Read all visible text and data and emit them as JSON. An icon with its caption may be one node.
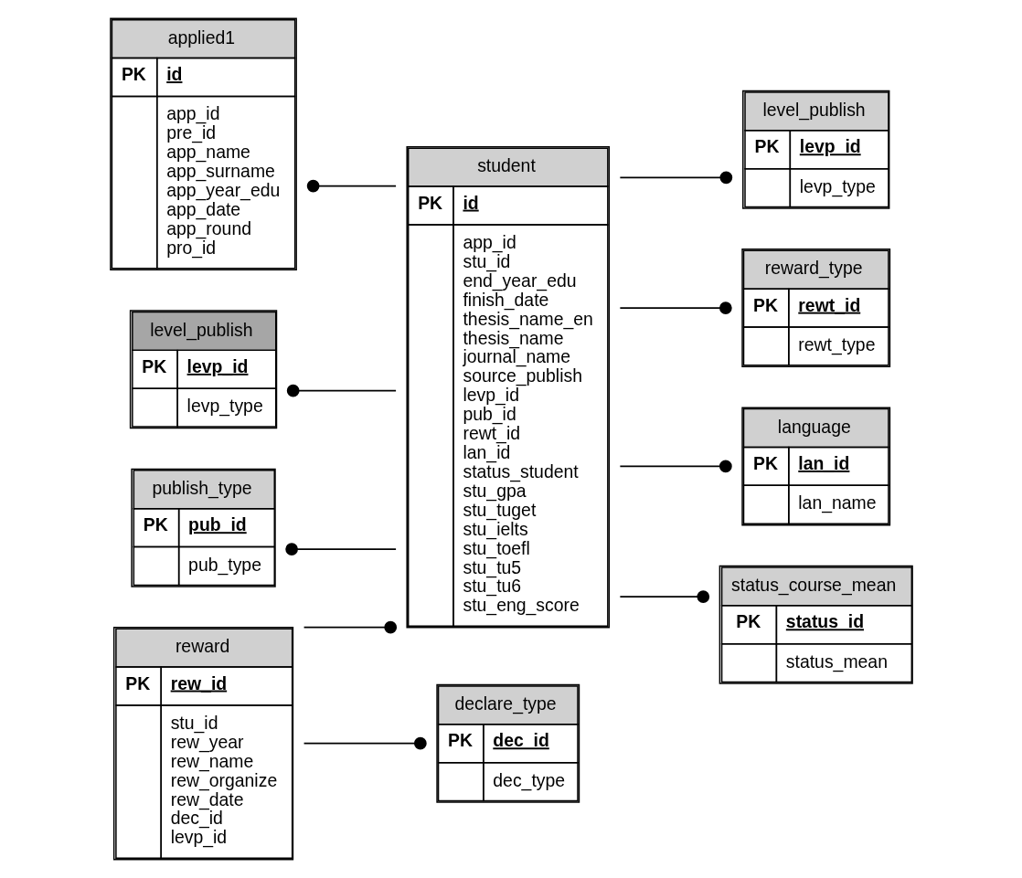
{
  "diagram": {
    "nodes": [
      {
        "text": [
          "applied1",
          "PK",
          "id",
          "app_id",
          "pre_id",
          "app_name",
          "app_surname",
          "app_year_edu",
          "app_date",
          "app_round",
          "pro_id"
        ]
      },
      {
        "text": [
          "student",
          "PK",
          "id",
          "app_id",
          "stu_id",
          "end_year_edu",
          "finish_date",
          "thesis_name_en",
          "thesis_name",
          "journal_name",
          "source_publish",
          "levp_id",
          "pub_id",
          "rewt_id",
          "lan_id",
          "status_student",
          "stu_gpa",
          "stu_tuget",
          "stu_ielts",
          "stu_toefl",
          "stu_tu5",
          "stu_tu6",
          "stu_eng_score"
        ]
      },
      {
        "text": [
          "reward",
          "PK",
          "rew_id",
          "stu_id",
          "rew_year",
          "rew_name",
          "rew_organize",
          "rew_date",
          "dec_id",
          "levp_id"
        ]
      },
      {
        "text": [
          "declare_type",
          "PK",
          "dec_id",
          "dec_type"
        ]
      },
      {
        "text": [
          "level_publish",
          "PK",
          "levp_id",
          "levp_type"
        ]
      },
      {
        "text": [
          "level_publish",
          "PK",
          "levp_id",
          "levp_type"
        ]
      },
      {
        "text": [
          "reward_type",
          "PK",
          "rewt_id",
          "rewt_type"
        ]
      },
      {
        "text": [
          "language",
          "PK",
          "lan_id",
          "lan_name"
        ]
      },
      {
        "text": [
          "publish_type",
          "PK",
          "pub_id",
          "pub_type"
        ]
      },
      {
        "text": [
          "status_course_mean",
          "PK",
          "status_id",
          "status_mean"
        ]
      }
    ],
    "edges": [
      {
        "from": 1,
        "to": 0,
        "arrow": "other"
      },
      {
        "from": 2,
        "to": 1,
        "arrow": "other"
      },
      {
        "from": 2,
        "to": 3,
        "arrow": "other"
      },
      {
        "from": 1,
        "to": 4,
        "arrow": "other"
      },
      {
        "from": 1,
        "to": 5,
        "arrow": "other"
      },
      {
        "from": 1,
        "to": 6,
        "arrow": "other"
      },
      {
        "from": 1,
        "to": 7,
        "arrow": "other"
      },
      {
        "from": 1,
        "to": 8,
        "arrow": "other"
      },
      {
        "from": 1,
        "to": 9,
        "arrow": "other"
      }
    ]
  }
}
